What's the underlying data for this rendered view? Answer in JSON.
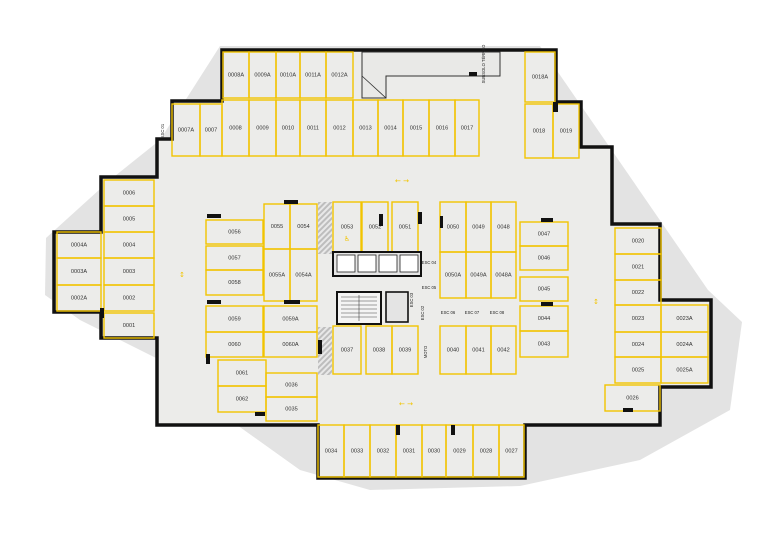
{
  "colors": {
    "background": "#ffffff",
    "shadow": "#e2e2e2",
    "floor": "#ededeb",
    "wall": "#111111",
    "parking_line": "#f2c400",
    "text": "#333333"
  },
  "spots": [
    "0001",
    "0002",
    "0002A",
    "0003",
    "0003A",
    "0004",
    "0004A",
    "0005",
    "0006",
    "0007",
    "0007A",
    "0008",
    "0008A",
    "0009",
    "0009A",
    "0010",
    "0010A",
    "0011",
    "0011A",
    "0012",
    "0012A",
    "0013",
    "0014",
    "0015",
    "0016",
    "0017",
    "0018",
    "0018A",
    "0019",
    "0020",
    "0021",
    "0022",
    "0023",
    "0023A",
    "0024",
    "0024A",
    "0025",
    "0025A",
    "0026",
    "0027",
    "0028",
    "0029",
    "0030",
    "0031",
    "0032",
    "0033",
    "0034",
    "0035",
    "0036",
    "0037",
    "0038",
    "0039",
    "0040",
    "0041",
    "0042",
    "0043",
    "0044",
    "0045",
    "0046",
    "0047",
    "0048",
    "0048A",
    "0049",
    "0049A",
    "0050",
    "0050A",
    "0051",
    "0052",
    "0053",
    "0054",
    "0054A",
    "0055",
    "0055A",
    "0056",
    "0057",
    "0058",
    "0059",
    "0059A",
    "0060",
    "0060A",
    "0061",
    "0062"
  ],
  "core_labels": {
    "esc01": "ESC 01",
    "esc02": "ESC 02",
    "esc03": "ESC 03",
    "esc04": "ESC 04",
    "esc05": "ESC 05",
    "esc06": "ESC 06",
    "esc07": "ESC 07",
    "esc08": "ESC 08",
    "moto": "MOTO",
    "ramp": "SUBSOLO TÉRREO"
  },
  "icons": {
    "accessible": "♿",
    "arrow_h": "← →",
    "arrow_v": "↕"
  }
}
